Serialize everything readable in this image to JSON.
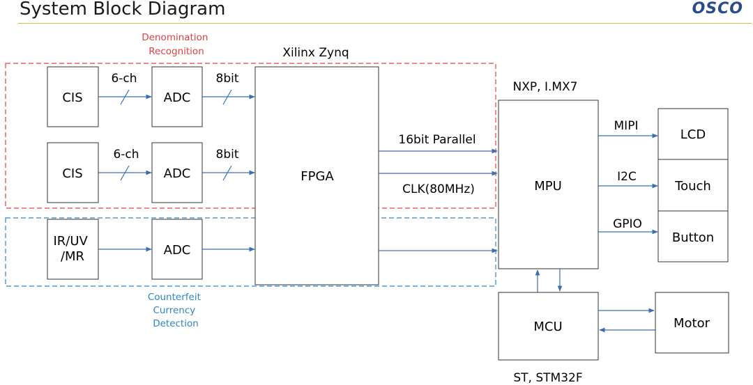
{
  "header": {
    "title": "System Block Diagram",
    "logo": "OSCO"
  },
  "groups": {
    "denomination": "Denomination\nRecognition",
    "counterfeit": "Counterfeit\nCurrency\nDetection"
  },
  "labels": {
    "fpga_vendor": "Xilinx Zynq",
    "mpu_vendor": "NXP, I.MX7",
    "mcu_vendor": "ST, STM32F"
  },
  "blocks": {
    "cis1": "CIS",
    "cis2": "CIS",
    "iruv": "IR/UV\n/MR",
    "adc1": "ADC",
    "adc2": "ADC",
    "adc3": "ADC",
    "fpga": "FPGA",
    "mpu": "MPU",
    "mcu": "MCU",
    "lcd": "LCD",
    "touch": "Touch",
    "button": "Button",
    "motor": "Motor"
  },
  "signals": {
    "ch1": "6-ch",
    "ch2": "6-ch",
    "bit1": "8bit",
    "bit2": "8bit",
    "parallel": "16bit Parallel",
    "clk": "CLK(80MHz)",
    "mipi": "MIPI",
    "i2c": "I2C",
    "gpio": "GPIO"
  },
  "colors": {
    "denomination": "#e04040",
    "counterfeit": "#2f86c8",
    "arrow": "#3a6fb5",
    "rule": "#e0b84a"
  }
}
